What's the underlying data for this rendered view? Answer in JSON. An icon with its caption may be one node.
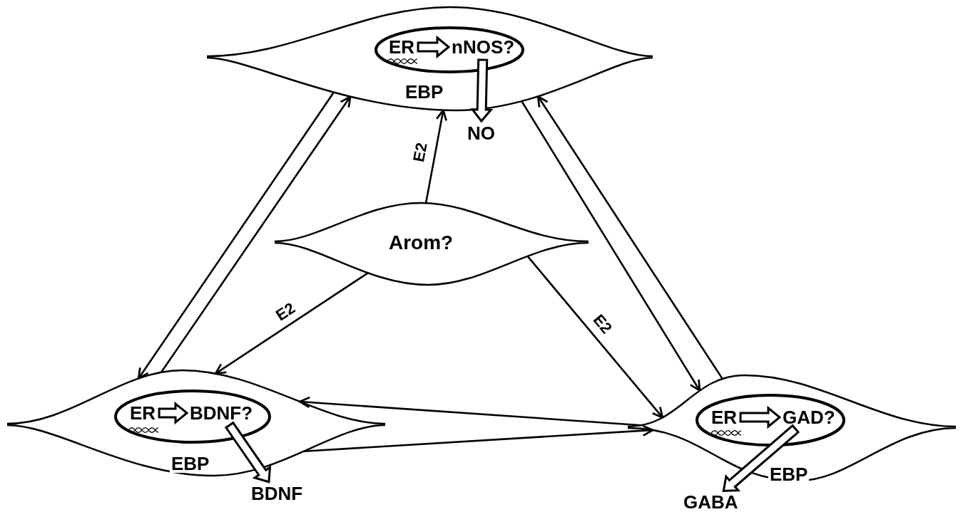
{
  "diagram": {
    "nodes": [
      {
        "text": [
          "EBP"
        ]
      },
      {
        "text": [],
        "shape": "ellipse",
        "in": 0
      },
      {
        "text": [
          "ER"
        ],
        "in": 1
      },
      {
        "text": [
          "nNOS?"
        ],
        "in": 1
      },
      {
        "text": [
          "NO"
        ]
      },
      {
        "text": [
          "Arom?"
        ]
      },
      {
        "text": [
          "EBP"
        ]
      },
      {
        "text": [],
        "shape": "ellipse",
        "in": 6
      },
      {
        "text": [
          "ER"
        ],
        "in": 7
      },
      {
        "text": [
          "BDNF?"
        ],
        "in": 7
      },
      {
        "text": [
          "EBP"
        ]
      },
      {
        "text": [],
        "shape": "ellipse",
        "in": 10
      },
      {
        "text": [
          "ER"
        ],
        "in": 11
      },
      {
        "text": [
          "GAD?"
        ],
        "in": 11
      },
      {
        "text": [
          "BDNF"
        ]
      },
      {
        "text": [
          "GABA"
        ]
      }
    ],
    "edges": [
      {
        "from": 2,
        "to": 3,
        "arrow": "to",
        "style": "thick"
      },
      {
        "from": 3,
        "to": 4,
        "arrow": "to",
        "style": "thick"
      },
      {
        "from": 5,
        "to": 0,
        "arrow": "to",
        "label": "E2"
      },
      {
        "from": 5,
        "to": 6,
        "arrow": "to",
        "label": "E2"
      },
      {
        "from": 5,
        "to": 10,
        "arrow": "to",
        "label": "E2"
      },
      {
        "from": 0,
        "to": 6,
        "arrow": "to"
      },
      {
        "from": 6,
        "to": 0,
        "arrow": "to"
      },
      {
        "from": 0,
        "to": 10,
        "arrow": "to"
      },
      {
        "from": 10,
        "to": 0,
        "arrow": "to"
      },
      {
        "from": 10,
        "to": 6,
        "arrow": "to"
      },
      {
        "from": 6,
        "to": 10,
        "arrow": "to"
      },
      {
        "from": 8,
        "to": 9,
        "arrow": "to",
        "style": "thick"
      },
      {
        "from": 9,
        "to": 14,
        "arrow": "to",
        "style": "thick"
      },
      {
        "from": 12,
        "to": 13,
        "arrow": "to",
        "style": "thick"
      },
      {
        "from": 13,
        "to": 15,
        "arrow": "to",
        "style": "thick"
      }
    ]
  }
}
